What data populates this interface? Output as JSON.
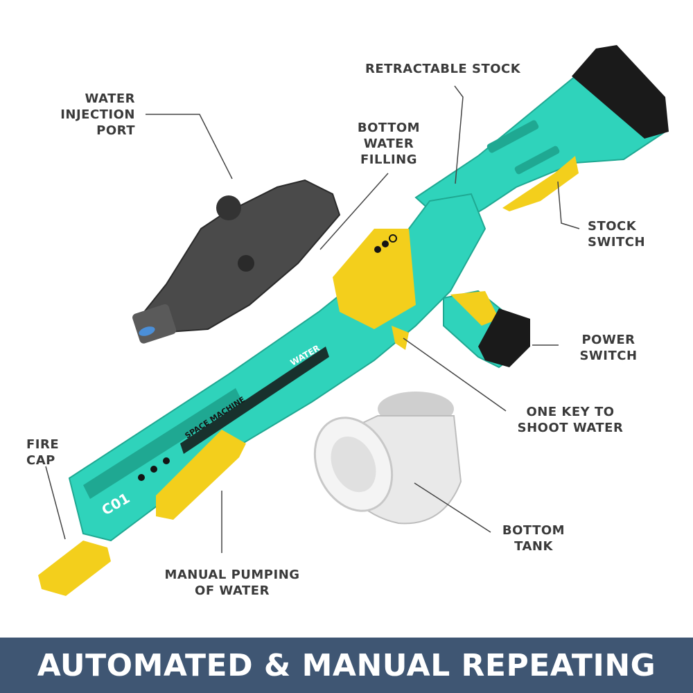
{
  "labels": {
    "water_injection_port": "WATER\nINJECTION\nPORT",
    "retractable_stock": "RETRACTABLE STOCK",
    "bottom_water_filling": "BOTTOM\nWATER\nFILLING",
    "stock_switch": "STOCK\nSWITCH",
    "power_switch": "POWER\nSWITCH",
    "one_key_to_shoot": "ONE KEY TO\nSHOOT WATER",
    "fire_cap": "FIRE\nCAP",
    "bottom_tank": "BOTTOM\nTANK",
    "manual_pumping": "MANUAL PUMPING\nOF WATER"
  },
  "product_print": {
    "space_machine": "SPACE MACHINE",
    "water": "WATER",
    "model": "C01"
  },
  "banner": {
    "text": "AUTOMATED & MANUAL REPEATING",
    "color": "#3f5673"
  },
  "colors": {
    "body": "#2fd3bb",
    "body_dark": "#1fa892",
    "accent_yellow": "#f3cf1c",
    "tank": "#e6e6e6",
    "scope": "#4a4a4a",
    "grip_black": "#1a1a1a",
    "leader": "#444444"
  }
}
